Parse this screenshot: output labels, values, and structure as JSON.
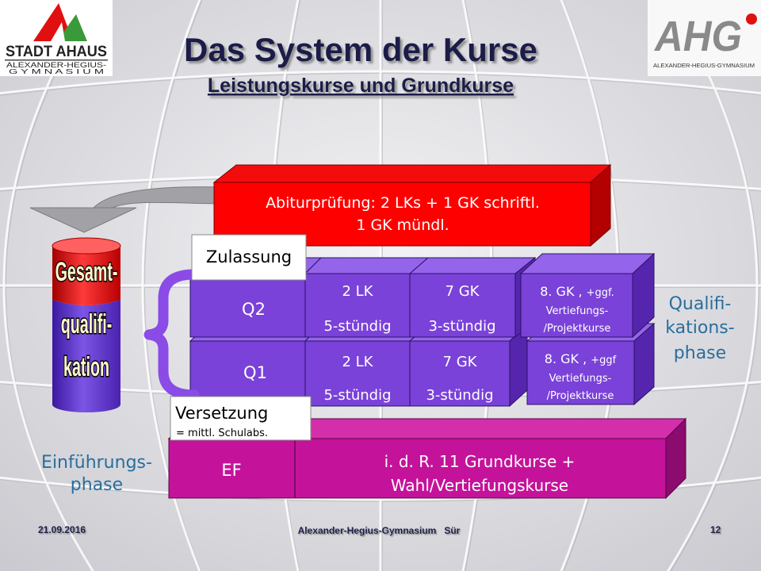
{
  "logos": {
    "left": {
      "line1": "STADT AHAUS",
      "line2": "ALEXANDER-HEGIUS-",
      "line3": "G Y M N A S I U M"
    },
    "right": {
      "mark": "AHG",
      "caption": "ALEXANDER-HEGIUS-GYMNASIUM"
    }
  },
  "title": "Das System der Kurse",
  "subtitle": "Leistungskurse und Grundkurse",
  "abitur": {
    "line1": "Abiturprüfung: 2 LKs + 1 GK schriftl.",
    "line2": "1 GK mündl."
  },
  "cylinder": {
    "line1": "Gesamt-",
    "line2": "qualifi-",
    "line3": "kation"
  },
  "q2": {
    "label": "Q2",
    "gate": "Zulassung",
    "lk": {
      "line1": "2 LK",
      "line2": "5-stündig"
    },
    "gk": {
      "line1": "7 GK",
      "line2": "3-stündig"
    },
    "extra": {
      "count": "8. GK ,",
      "optional": "+ggf.",
      "line2": "Vertiefungs-",
      "line3": "/Projektkurse"
    }
  },
  "q1": {
    "label": "Q1",
    "lk": {
      "line1": "2 LK",
      "line2": "5-stündig"
    },
    "gk": {
      "line1": "7 GK",
      "line2": "3-stündig"
    },
    "extra": {
      "count": "8. GK ,",
      "optional": "+ggf",
      "line2": "Vertiefungs-",
      "line3": "/Projektkurse"
    }
  },
  "ef": {
    "label": "EF",
    "gate": "Versetzung",
    "gate_note": "= mittl. Schulabs.",
    "courses": {
      "line1": "i. d. R. 11 Grundkurse +",
      "line2": "Wahl/Vertiefungskurse"
    }
  },
  "phases": {
    "qualification": {
      "line1": "Qualifi-",
      "line2": "kations-",
      "line3": "phase"
    },
    "introduction": {
      "line1": "Einführungs-",
      "line2": "phase"
    }
  },
  "footer": {
    "date": "21.09.2016",
    "center": "Alexander-Hegius-Gymnasium   Sür",
    "page": "12"
  },
  "colors": {
    "abitur_red": "#ff0000",
    "course_purple": "#7a42d8",
    "ef_magenta": "#c4139a",
    "phase_text": "#2a6e9c",
    "title_navy": "#1b1b4a",
    "brace_purple": "#8a4be6",
    "logo_red": "#e01010",
    "logo_green": "#3a9a3a"
  }
}
